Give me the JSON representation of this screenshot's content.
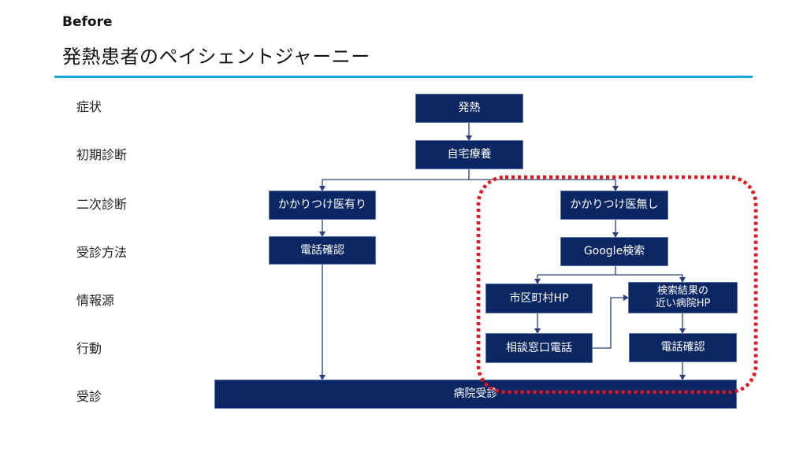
{
  "header": {
    "label": "Before",
    "title": "発熱患者のペイシェントジャーニー"
  },
  "rows": [
    "症状",
    "初期診断",
    "二次診断",
    "受診方法",
    "情報源",
    "行動",
    "受診"
  ],
  "nodes": {
    "fever": "発熱",
    "home_care": "自宅療養",
    "has_family_doctor": "かかりつけ医有り",
    "phone_confirm_left": "電話確認",
    "no_family_doctor": "かかりつけ医無し",
    "google_search": "Google検索",
    "municipal_hp": "市区町村HP",
    "nearby_hospital_hp": "検索結果の\n近い病院HP",
    "consult_phone": "相談窓口電話",
    "phone_confirm_right": "電話確認",
    "hospital_visit": "病院受診"
  },
  "colors": {
    "node_fill": "#0b2763",
    "connector": "#2b3f7a",
    "highlight": "#e8141c",
    "rule": "#1aa3e0"
  }
}
